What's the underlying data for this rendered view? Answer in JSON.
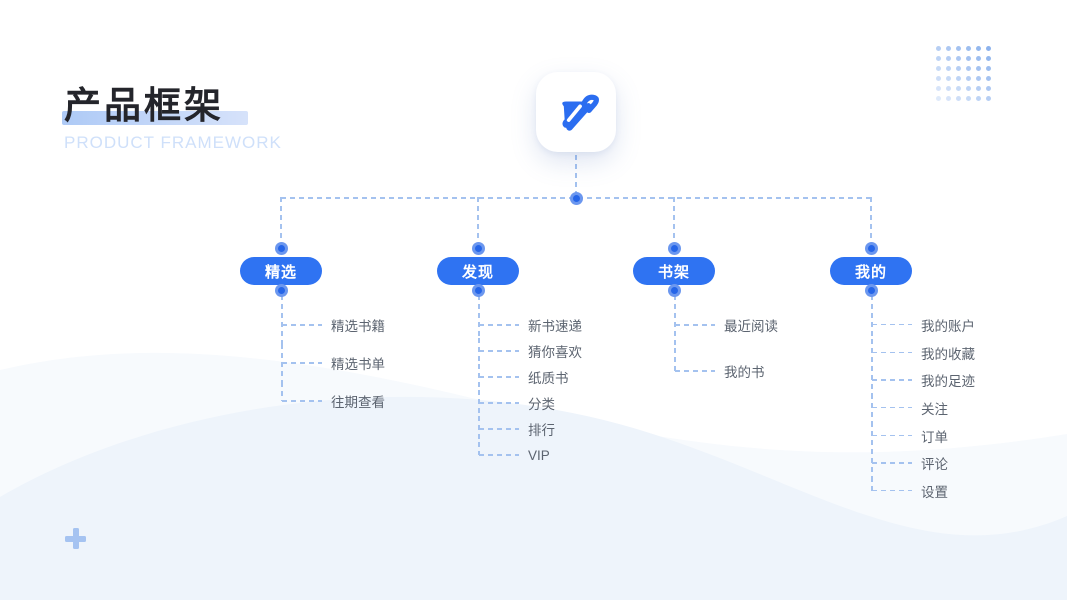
{
  "page": {
    "title": "产品框架",
    "subtitle": "PRODUCT FRAMEWORK"
  },
  "colors": {
    "primary_blue": "#2f73f2",
    "connector_dash_blue": "#a4c2ef",
    "node_dot_blue": "#2565e8",
    "item_text_gray": "#5c6470",
    "title_text": "#24252b",
    "title_highlight": "#aecaf6",
    "subtitle_text": "#cfe0fa",
    "wave_light": "#f7fafd",
    "wave_deep": "#eef4fb"
  },
  "icons": {
    "logo": "app-logo-icon",
    "plus": "plus-icon",
    "dot_grid": "dot-grid-icon"
  },
  "tree": {
    "branches": [
      {
        "label": "精选",
        "children": [
          "精选书籍",
          "精选书单",
          "往期查看"
        ]
      },
      {
        "label": "发现",
        "children": [
          "新书速递",
          "猜你喜欢",
          "纸质书",
          "分类",
          "排行",
          "VIP"
        ]
      },
      {
        "label": "书架",
        "children": [
          "最近阅读",
          "我的书"
        ]
      },
      {
        "label": "我的",
        "children": [
          "我的账户",
          "我的收藏",
          "我的足迹",
          "关注",
          "订单",
          "评论",
          "设置"
        ]
      }
    ]
  }
}
